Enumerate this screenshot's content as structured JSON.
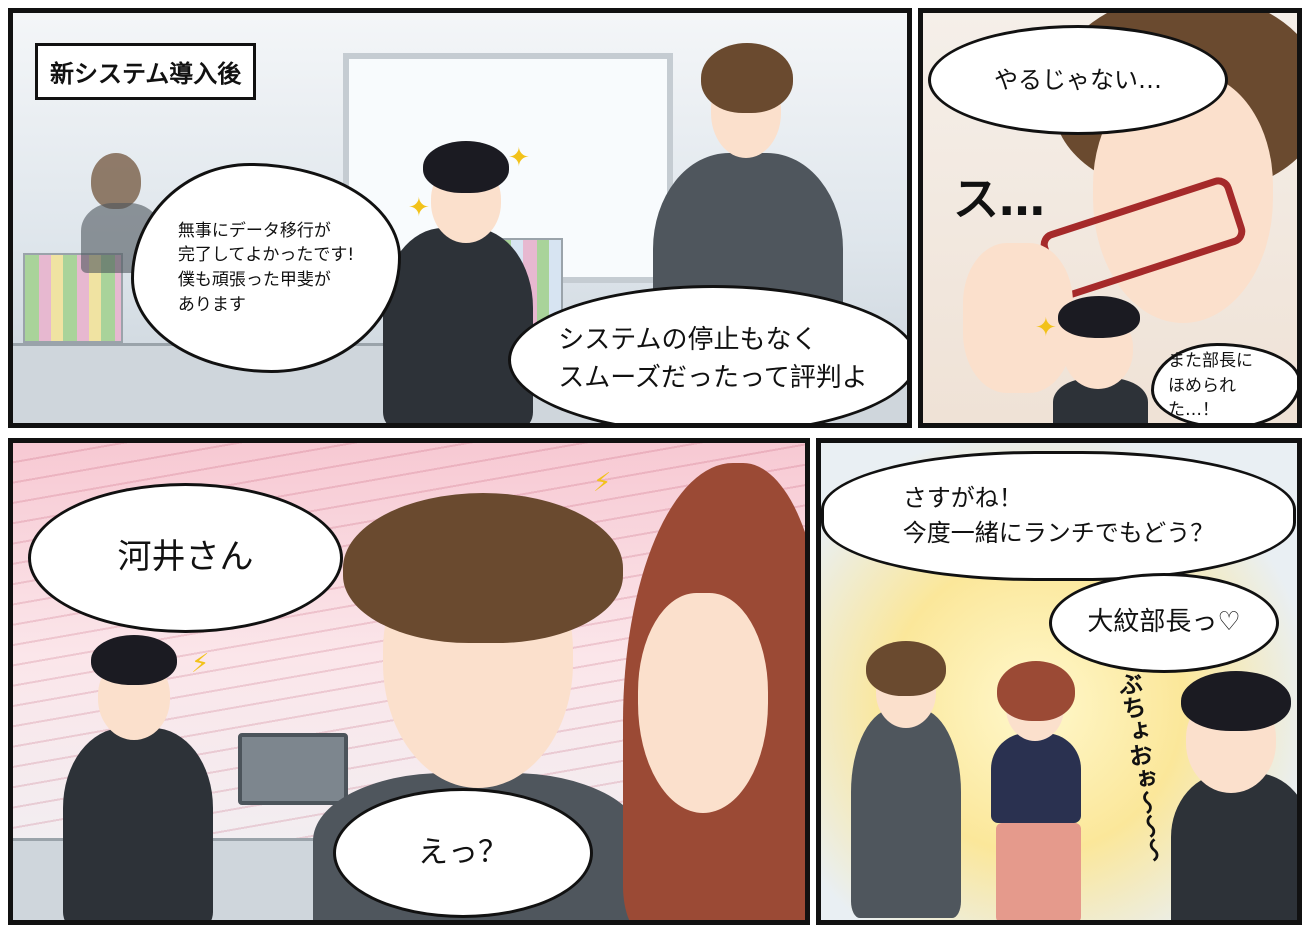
{
  "panel1": {
    "caption": "新システム導入後",
    "bubble_young_man": "無事にデータ移行が\n完了してよかったです!\n僕も頑張った甲斐が\nあります",
    "bubble_manager": "システムの停止もなく\nスムーズだったって評判よ"
  },
  "panel2": {
    "bubble_manager": "やるじゃない…",
    "sfx": "ス…",
    "thought_young_man": "また部長に\nほめられた…！"
  },
  "panel3": {
    "bubble_call": "河井さん",
    "bubble_reply": "えっ？"
  },
  "panel4": {
    "bubble_manager": "さすがね！\n今度一緒にランチでもどう？",
    "bubble_woman": "大紋部長っ♡",
    "sfx": "ぶちょおぉ〜〜〜"
  }
}
